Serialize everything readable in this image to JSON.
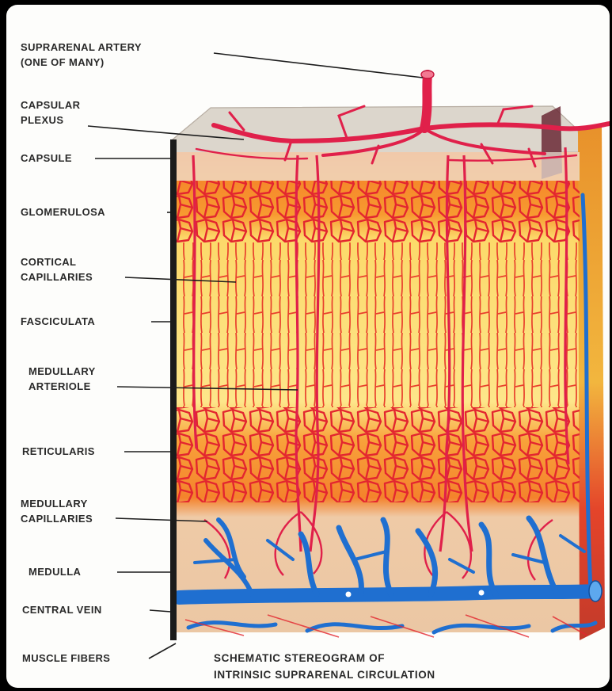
{
  "labels": {
    "suprarenal_artery": [
      "SUPRARENAL ARTERY",
      "(ONE OF MANY)"
    ],
    "capsular_plexus": [
      "CAPSULAR",
      "PLEXUS"
    ],
    "capsule": "CAPSULE",
    "glomerulosa": "GLOMERULOSA",
    "cortical_capillaries": [
      "CORTICAL",
      "CAPILLARIES"
    ],
    "fasciculata": "FASCICULATA",
    "medullary_arteriole": [
      "MEDULLARY",
      "ARTERIOLE"
    ],
    "reticularis": "RETICULARIS",
    "medullary_capillaries": [
      "MEDULLARY",
      "CAPILLARIES"
    ],
    "medulla": "MEDULLA",
    "central_vein": "CENTRAL VEIN",
    "muscle_fibers": "MUSCLE FIBERS"
  },
  "caption": [
    "SCHEMATIC STEREOGRAM OF",
    "INTRINSIC SUPRARENAL CIRCULATION"
  ],
  "colors": {
    "background": "#fdfdfb",
    "artery": "#e0204a",
    "vein": "#1f6fd0",
    "glomerulosa": "#f6982e",
    "fasciculata": "#fde27a",
    "reticularis": "#f5842a",
    "medulla": "#f1d6b8",
    "capsule": "#d8d2c8",
    "label_text": "#2a2a2a"
  }
}
